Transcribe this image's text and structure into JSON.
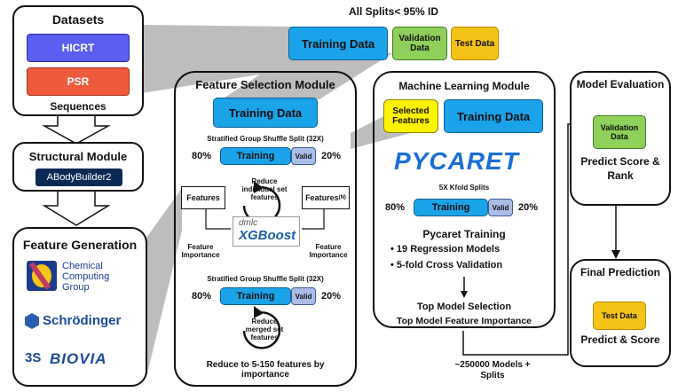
{
  "top_splits": {
    "header": "All Splits< 95% ID",
    "training": "Training Data",
    "validation": "Validation Data",
    "test": "Test Data"
  },
  "datasets": {
    "title": "Datasets",
    "item1": "HICRT",
    "item2": "PSR",
    "footer": "Sequences"
  },
  "structural": {
    "title": "Structural Module",
    "tool": "ABodyBuilder2"
  },
  "feature_generation": {
    "title": "Feature Generation",
    "ccg_line1": "Chemical",
    "ccg_line2": "Computing",
    "ccg_line3": "Group",
    "schrodinger": "Schrödinger",
    "biovia": "BIOVIA"
  },
  "feature_selection": {
    "title": "Feature Selection Module",
    "training_data": "Training Data",
    "split_label": "Stratified Group Shuffle Split (32X)",
    "pct_train": "80%",
    "training": "Training",
    "valid": "Valid",
    "pct_valid": "20%",
    "reduce_individual": "Reduce individual set features",
    "features": "Features",
    "features_n": "Features",
    "features_n_sub": "(N)",
    "importance_left": "Feature Importance",
    "importance_right": "Feature Importance",
    "xgb_small": "dmlc",
    "xgb_big": "XGBoost",
    "split_label2": "Stratified Group Shuffle Split (32X)",
    "pct_train2": "80%",
    "training2": "Training",
    "valid2": "Valid",
    "pct_valid2": "20%",
    "reduce_merged": "Reduce merged set features",
    "footer": "Reduce to 5-150 features by importance"
  },
  "ml": {
    "title": "Machine Learning Module",
    "selected_features": "Selected Features",
    "training_data": "Training Data",
    "pycaret": "PYCARET",
    "kfold": "5X Kfold Splits",
    "pct_train": "80%",
    "training": "Training",
    "valid": "Valid",
    "pct_valid": "20%",
    "pycaret_training": "Pycaret Training",
    "bullet1": "19 Regression Models",
    "bullet2": "5-fold Cross Validation",
    "top_selection": "Top Model Selection",
    "top_importance": "Top Model Feature Importance",
    "models_count": "~250000 Models + Splits"
  },
  "evaluation": {
    "title": "Model Evaluation",
    "validation_data": "Validation Data",
    "text": "Predict Score & Rank"
  },
  "final": {
    "title": "Final Prediction",
    "test_data": "Test Data",
    "text": "Predict & Score"
  },
  "colors": {
    "blue": "#1aa3e8",
    "green": "#8ed05a",
    "orange_yellow": "#f5c218",
    "bright_yellow": "#fff200",
    "hicrt": "#5b5ef0",
    "psr": "#ef5a3c",
    "valid": "#a9bde6",
    "pycaret_blue": "#1a6fd6"
  }
}
